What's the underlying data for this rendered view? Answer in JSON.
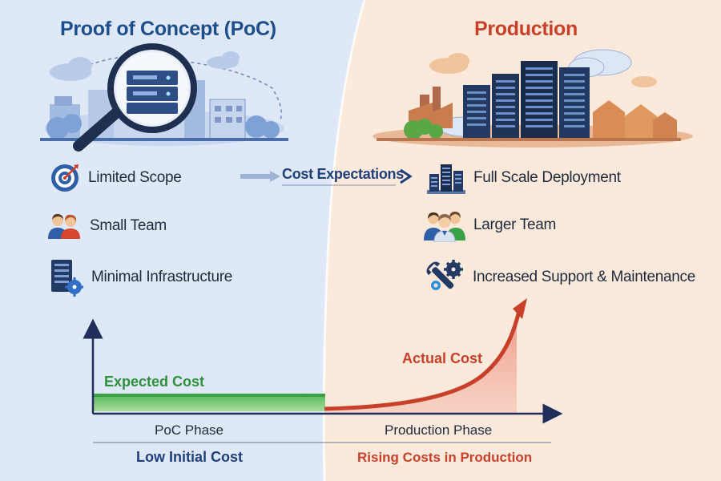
{
  "poc": {
    "title": "Proof of Concept (PoC)",
    "items": [
      {
        "label": "Limited Scope",
        "icon": "target-icon"
      },
      {
        "label": "Small Team",
        "icon": "small-team-icon"
      },
      {
        "label": "Minimal Infrastructure",
        "icon": "server-gear-icon"
      }
    ],
    "phase_label": "PoC Phase",
    "footer": "Low Initial Cost"
  },
  "production": {
    "title": "Production",
    "items": [
      {
        "label": "Full Scale Deployment",
        "icon": "server-rack-icon"
      },
      {
        "label": "Larger Team",
        "icon": "large-team-icon"
      },
      {
        "label": "Increased Support & Maintenance",
        "icon": "wrench-gear-icon"
      }
    ],
    "phase_label": "Production Phase",
    "footer": "Rising Costs in Production"
  },
  "middle": {
    "label": "Cost Expectations"
  },
  "chart": {
    "expected_label": "Expected Cost",
    "actual_label": "Actual Cost"
  },
  "colors": {
    "poc_bg": "#dfe8f6",
    "prod_bg": "#fbe9dc",
    "poc_accent": "#1f4e8c",
    "prod_accent": "#c8402a",
    "expected_green": "#3aa046",
    "footer_navy": "#1f3f7a"
  }
}
